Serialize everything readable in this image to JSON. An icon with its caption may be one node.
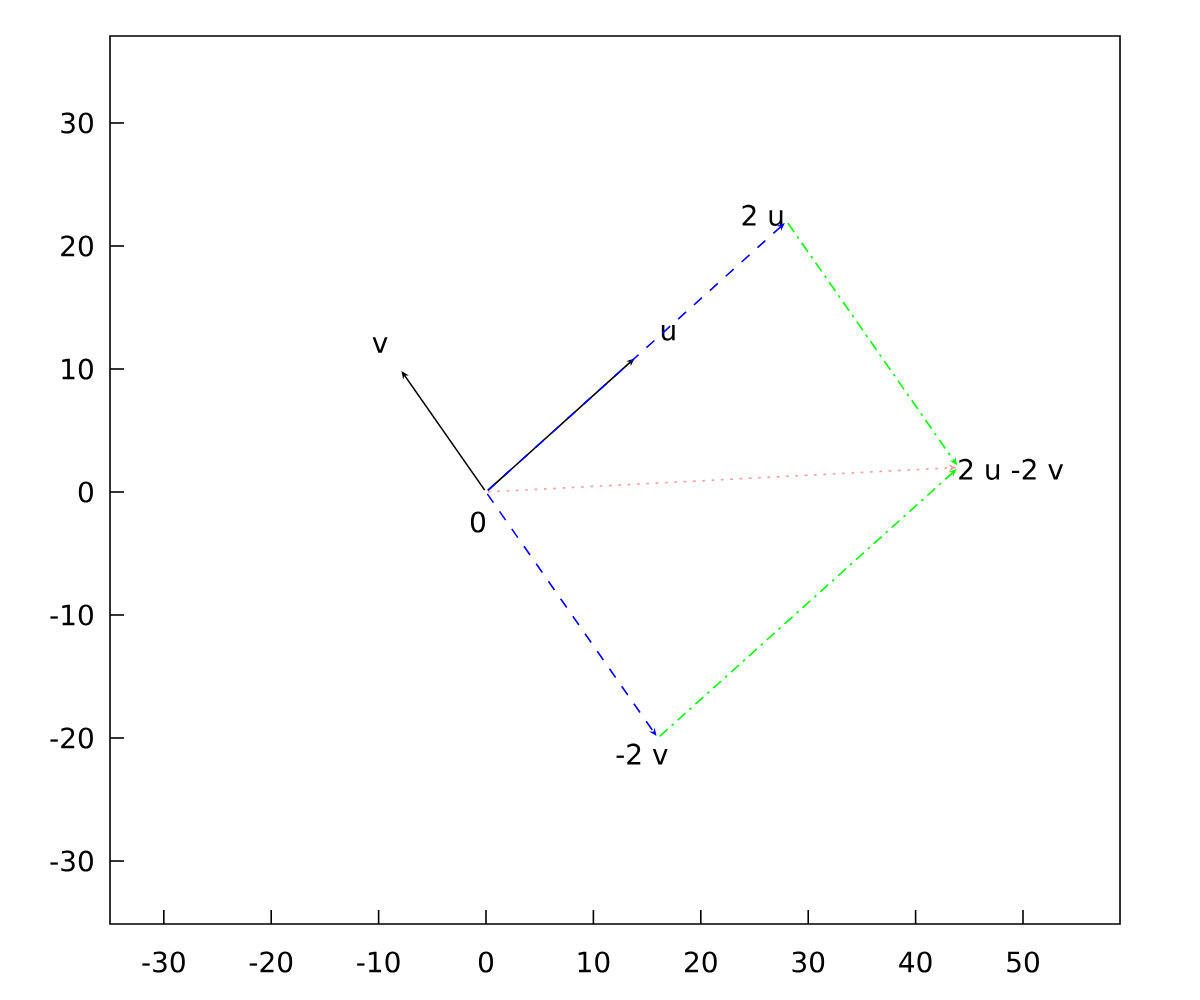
{
  "diagram": {
    "nodes": [
      {
        "text": [
          "0"
        ]
      },
      {
        "text": [
          "u"
        ]
      },
      {
        "text": [
          "v"
        ]
      },
      {
        "text": [
          "2 u"
        ]
      },
      {
        "text": [
          "-2 v"
        ]
      },
      {
        "text": [
          "2 u -2 v"
        ]
      }
    ],
    "edges": [
      {
        "from": 0,
        "to": 1,
        "arrow": "to"
      },
      {
        "from": 0,
        "to": 2,
        "arrow": "to"
      },
      {
        "from": 0,
        "to": 3,
        "arrow": "to",
        "style": "dashed",
        "color": "#0000ff"
      },
      {
        "from": 0,
        "to": 4,
        "arrow": "to",
        "style": "dashed",
        "color": "#0000ff"
      },
      {
        "from": 3,
        "to": 5,
        "arrow": "to",
        "style": "dashed",
        "color": "#00ff00"
      },
      {
        "from": 4,
        "to": 5,
        "arrow": "to",
        "style": "dashed",
        "color": "#00ff00"
      },
      {
        "from": 0,
        "to": 5,
        "arrow": "to",
        "style": "dashed",
        "color": "#ff9999"
      }
    ],
    "labels": [
      "30",
      "20",
      "10",
      "0",
      "-10",
      "-20",
      "-30",
      "-30",
      "-20",
      "-10",
      "0",
      "10",
      "20",
      "30",
      "40",
      "50"
    ]
  }
}
